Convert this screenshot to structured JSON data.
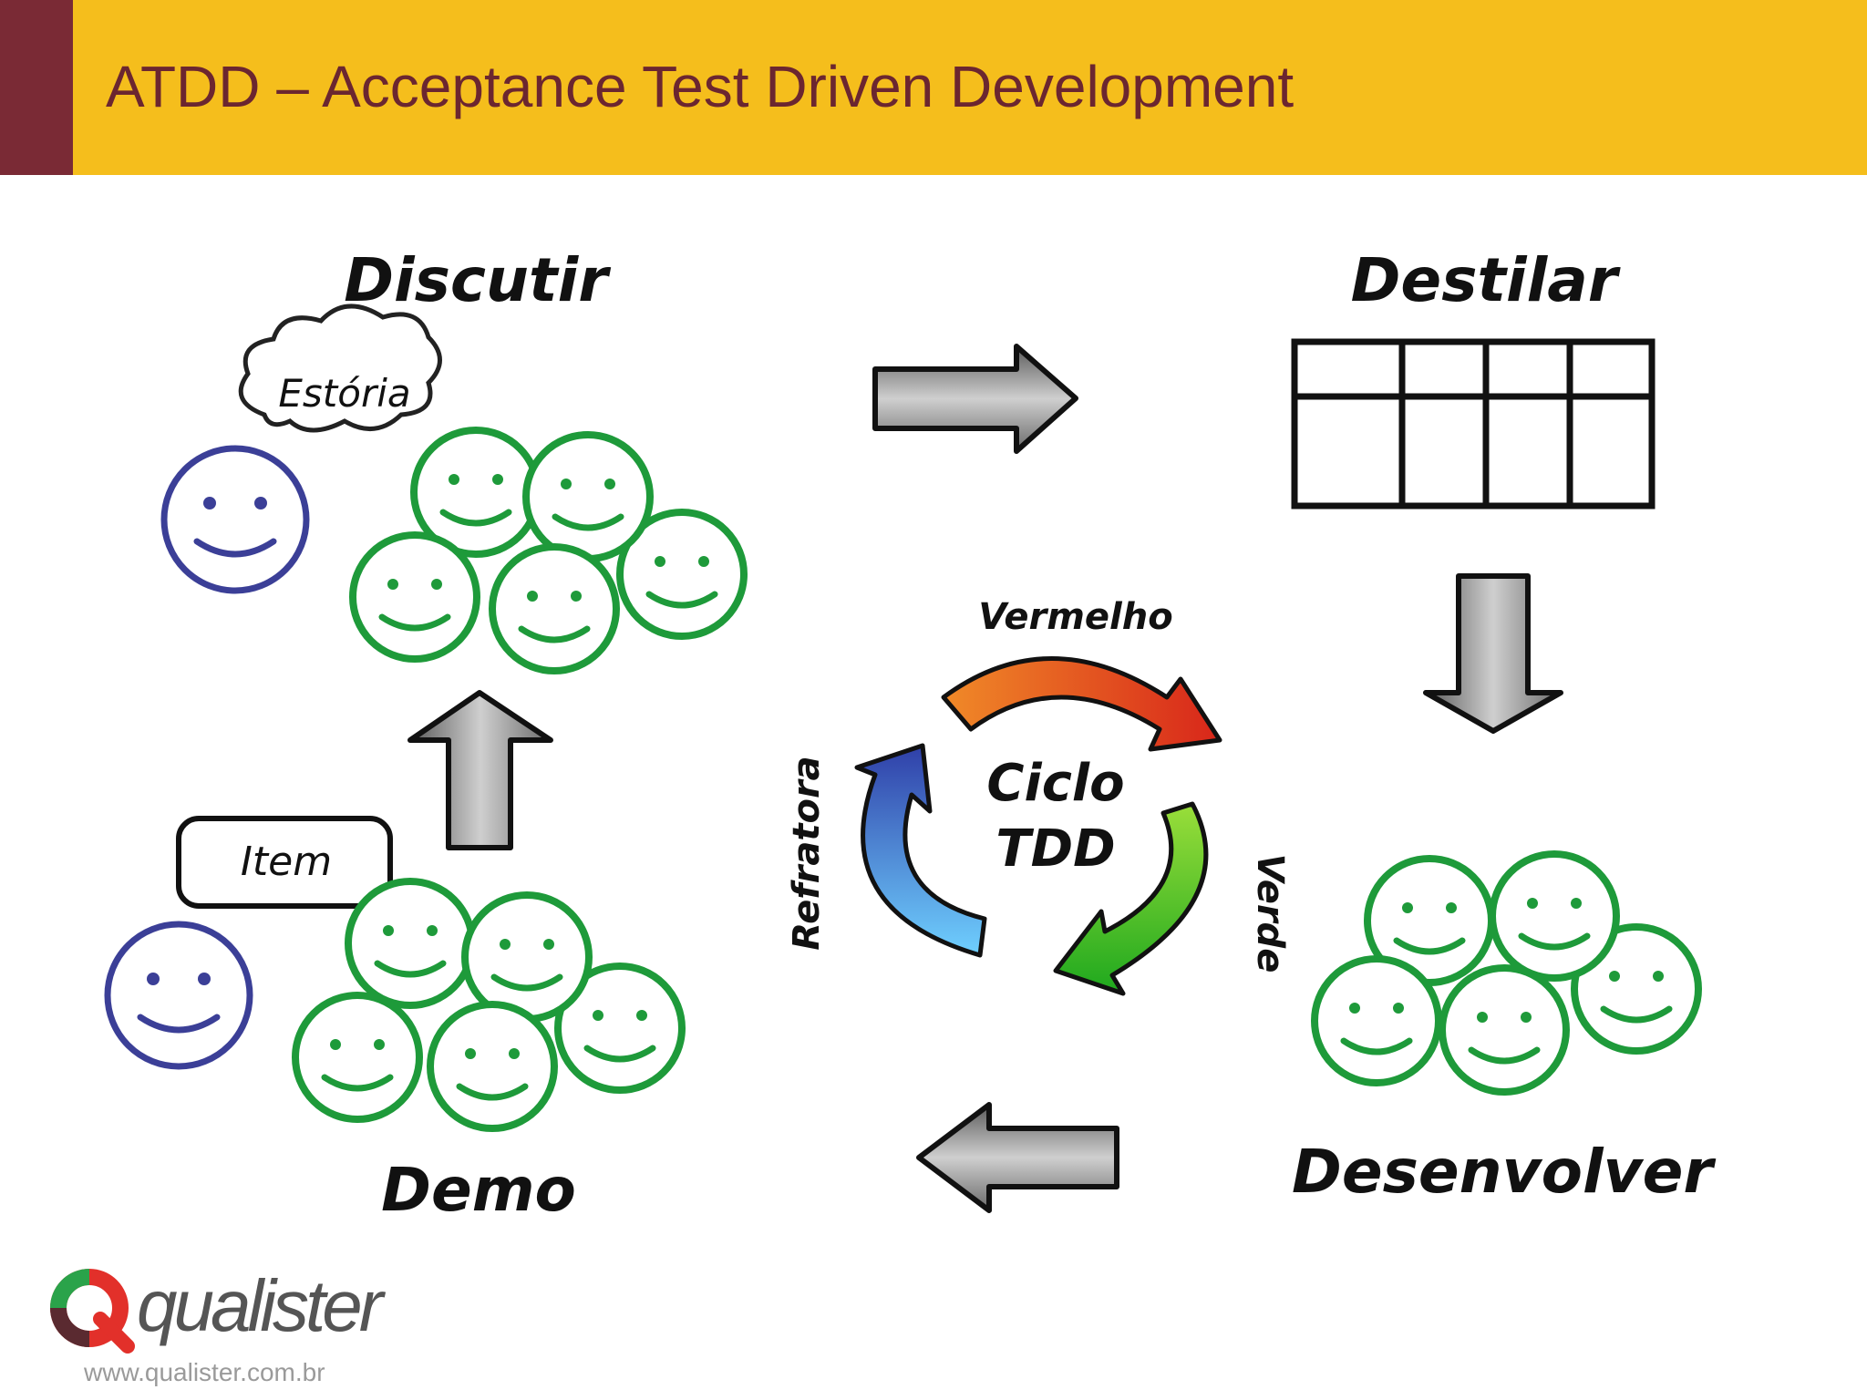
{
  "slide": {
    "title": "ATDD – Acceptance Test Driven Development",
    "colors": {
      "header_bg": "#f5be1c",
      "header_accent": "#7a2a35",
      "title_text": "#6b2630"
    }
  },
  "diagram": {
    "stages": {
      "discuss": "Discutir",
      "distill": "Destilar",
      "develop": "Desenvolver",
      "demo": "Demo"
    },
    "bubbles": {
      "story": "Estória",
      "item": "Item"
    },
    "tdd_cycle": {
      "center_line1": "Ciclo",
      "center_line2": "TDD",
      "red": "Vermelho",
      "green": "Verde",
      "refactor": "Refratora"
    }
  },
  "footer": {
    "logo_word": "qualister",
    "url": "www.qualister.com.br"
  }
}
